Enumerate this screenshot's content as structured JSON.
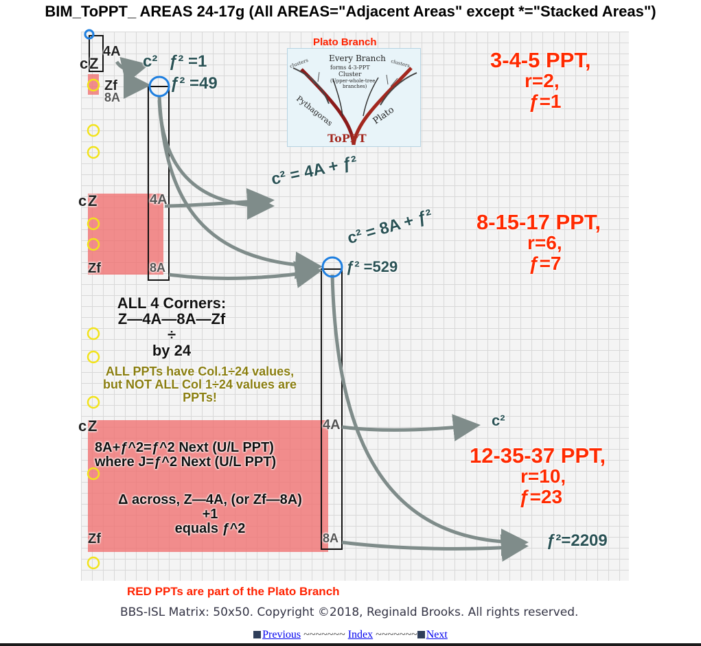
{
  "title": "BIM_ToPPT_ AREAS 24-17g (All AREAS=\"Adjacent Areas\" except *=\"Stacked Areas\")",
  "plato": {
    "title": "Plato Branch",
    "text_every": "Every Branch",
    "text_forms": "forms 4-3-PPT",
    "text_cluster": "Cluster",
    "text_upper": "(Upper-whole-tree",
    "text_branches": "branches)",
    "text_pythagoras": "Pythagoras",
    "text_plato": "Plato",
    "text_toppt": "ToPPT",
    "text_clusters_left": "clusters",
    "text_clusters_right": "clusters"
  },
  "annotations": {
    "c2_top": "c²",
    "f2_eq1": "ƒ² =1",
    "f2_eq49": "ƒ² =49",
    "c2_eq4A": "c² = 4A + ƒ²",
    "c2_eq8A": "c² = 8A + ƒ²",
    "f2_eq529": "ƒ² =529",
    "c2_bottom": "c²",
    "f2_eq2209": "ƒ²=2209",
    "ppt_345": "3-4-5 PPT,",
    "r2": "r=2,",
    "f1": "ƒ=1",
    "ppt_81517": "8-15-17 PPT,",
    "r6": "r=6,",
    "f7": "ƒ=7",
    "ppt_123537": "12-35-37 PPT,",
    "r10": "r=10,",
    "f23": "ƒ=23",
    "corners_line1": "ALL 4 Corners:",
    "corners_line2": "Z—4A—8A—Zf",
    "corners_div": "÷",
    "corners_by24": "by 24",
    "olive_line1": "ALL PPTs have Col.1÷24 values,",
    "olive_line2": "but NOT ALL Col 1÷24 values are",
    "olive_line3": "PPTs!",
    "next_line1": "8A+ƒ^2=ƒ^2 Next (U/L PPT)",
    "next_line2": "where J=ƒ^2 Next (U/L PPT)",
    "delta_line1": "Δ across, Z—4A, (or Zf—8A)",
    "delta_line2": "+1",
    "delta_line3": "equals ƒ^2"
  },
  "corner_labels": {
    "c1": "c",
    "z1": "Z",
    "fourA_1": "4A",
    "zf1": "Zf",
    "eightA_1": "8A",
    "c2": "c",
    "z2": "Z",
    "fourA_2": "4A",
    "zf2": "Zf",
    "eightA_2": "8A",
    "c3": "c",
    "z3": "Z",
    "fourA_3": "4A",
    "zf3": "Zf",
    "eightA_3": "8A"
  },
  "footer": {
    "red_note": "RED PPTs are part of the Plato Branch",
    "copyright": "BBS-ISL Matrix: 50x50. Copyright ©2018, Reginald Brooks. All rights reserved."
  },
  "nav": {
    "previous": "Previous",
    "sep1": "~~~~~~~",
    "index": "Index",
    "sep2": "~~~~~~~",
    "next": "Next"
  },
  "colors": {
    "red": "#ff2a00",
    "teal": "#2a5255",
    "pink": "#f06e6e",
    "blue_circle": "#1e7fe0",
    "yellow_circle": "#f2e31c",
    "arrow": "#7f8c8a",
    "link": "#0000ee"
  }
}
